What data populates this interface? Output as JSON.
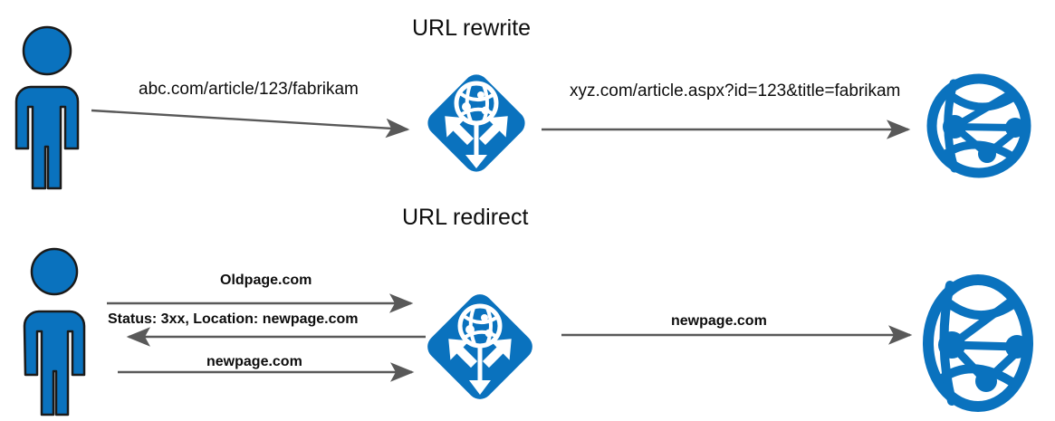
{
  "diagram": {
    "title_rewrite": "URL rewrite",
    "title_redirect": "URL redirect",
    "colors": {
      "brand_blue": "#0A72BE",
      "icon_outline": "#1a1a1a",
      "arrow_gray": "#595959",
      "text": "#0d0d0d"
    },
    "rewrite_section": {
      "label": "URL rewrite",
      "client_icon": "person-icon",
      "gateway_icon": "url-rewrite-module-icon",
      "server_icon": "web-globe-icon",
      "request_label": "abc.com/article/123/fabrikam",
      "rewritten_label": "xyz.com/article.aspx?id=123&title=fabrikam"
    },
    "redirect_section": {
      "label": "URL redirect",
      "client_icon": "person-icon",
      "gateway_icon": "url-rewrite-module-icon",
      "server_icon": "web-globe-icon",
      "messages": [
        {
          "text": "Oldpage.com",
          "direction": "right"
        },
        {
          "text": "Status: 3xx, Location: newpage.com",
          "direction": "left"
        },
        {
          "text": "newpage.com",
          "direction": "right"
        },
        {
          "text": "newpage.com",
          "direction": "right"
        }
      ]
    }
  }
}
